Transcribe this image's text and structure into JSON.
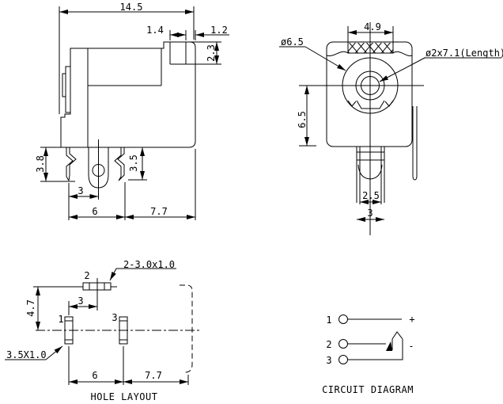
{
  "drawing": {
    "colors": {
      "line": "#000000",
      "background": "#ffffff"
    },
    "side_view": {
      "dims": {
        "overall_width": "14.5",
        "notch_width": "1.4",
        "edge_offset": "1.2",
        "notch_height": "2.3",
        "front_pin_length": "3.8",
        "rear_pin_length": "3.5",
        "pin_pitch_small": "3",
        "pin_pitch": "6",
        "pin_to_edge": "7.7"
      }
    },
    "front_view": {
      "dims": {
        "opening_width": "4.9",
        "barrel_diameter": "ø6.5",
        "center_pin_spec": "ø2x7.1(Length)",
        "center_height": "6.5",
        "lug_inner_width": "2.5",
        "lug_outer_width": "3"
      }
    },
    "hole_layout": {
      "caption": "HOLE LAYOUT",
      "slot_spec": "2-3.0x1.0",
      "hole1_spec": "3.5X1.0",
      "labels": {
        "hole1": "1",
        "hole2": "2",
        "hole3": "3"
      },
      "dims": {
        "vertical_offset": "4.7",
        "hole_pitch_small": "3",
        "hole_pitch": "6",
        "edge_distance": "7.7"
      }
    },
    "circuit_diagram": {
      "caption": "CIRCUIT DIAGRAM",
      "pins": {
        "pin1": "1",
        "pin2": "2",
        "pin3": "3"
      },
      "polarity": {
        "positive": "+",
        "negative": "-"
      }
    }
  }
}
